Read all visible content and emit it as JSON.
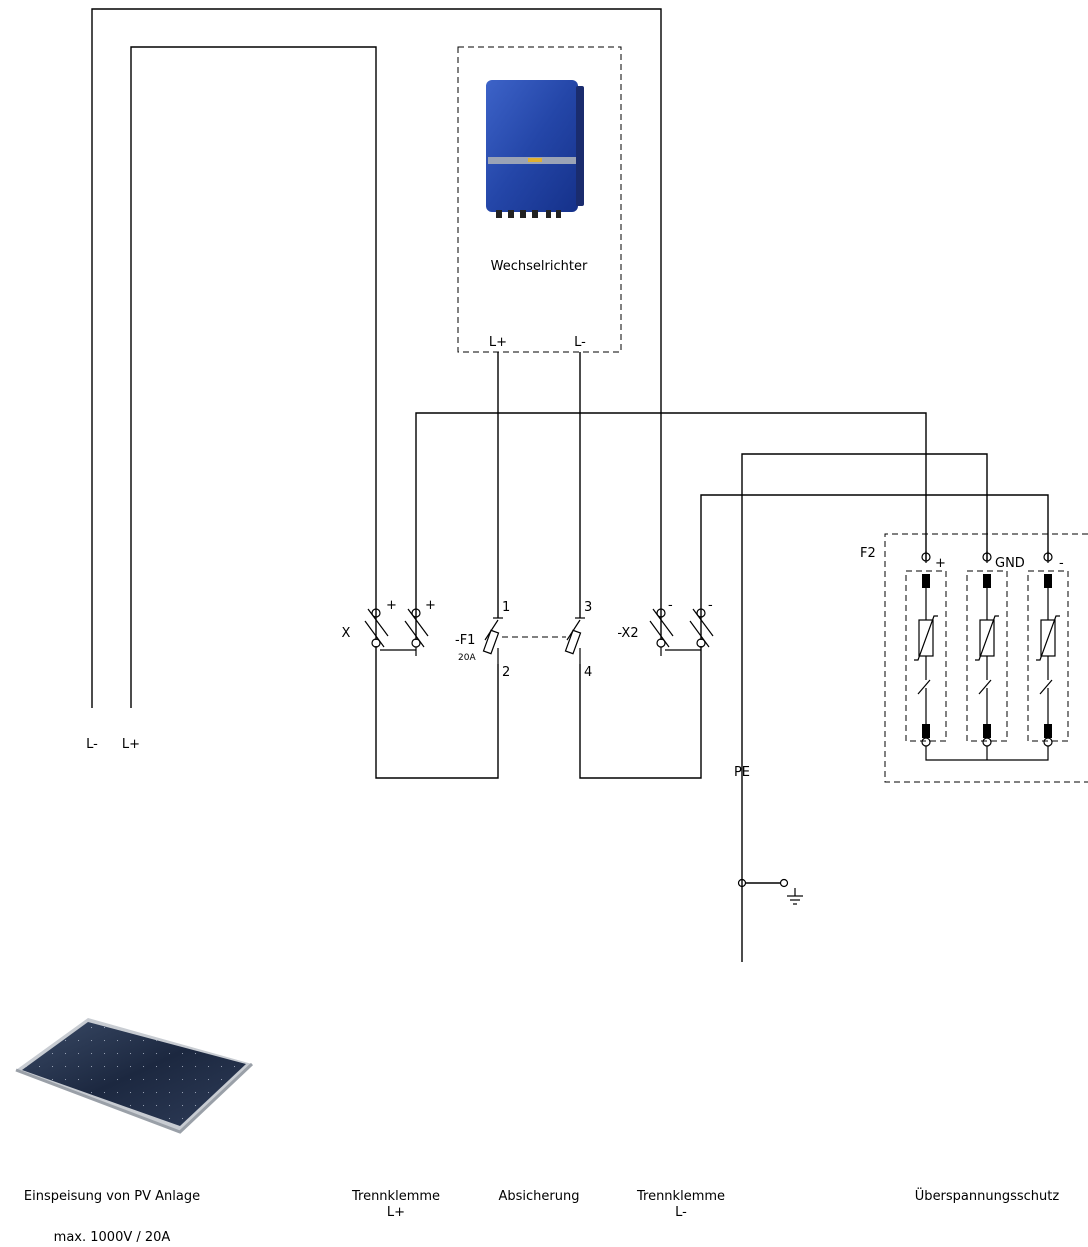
{
  "inverter": {
    "label": "Wechselrichter",
    "term_plus": "L+",
    "term_minus": "L-"
  },
  "pv_terminals": {
    "minus": "L-",
    "plus": "L+"
  },
  "pe_label": "PE",
  "terminal_x": {
    "name": "X",
    "sign1": "+",
    "sign2": "+"
  },
  "fuse": {
    "name": "-F1",
    "rating": "20A",
    "p1": "1",
    "p2": "2",
    "p3": "3",
    "p4": "4"
  },
  "terminal_x2": {
    "name": "-X2",
    "sign1": "-",
    "sign2": "-"
  },
  "surge": {
    "name": "F2",
    "plus": "+",
    "gnd": "GND",
    "minus": "-"
  },
  "captions": {
    "pv_feed": "Einspeisung von PV Anlage",
    "pv_rating": "max. 1000V / 20A",
    "isolator_plus_1": "Trennklemme",
    "isolator_plus_2": "L+",
    "fusing": "Absicherung",
    "isolator_minus_1": "Trennklemme",
    "isolator_minus_2": "L-",
    "surge_protection": "Überspannungsschutz"
  }
}
